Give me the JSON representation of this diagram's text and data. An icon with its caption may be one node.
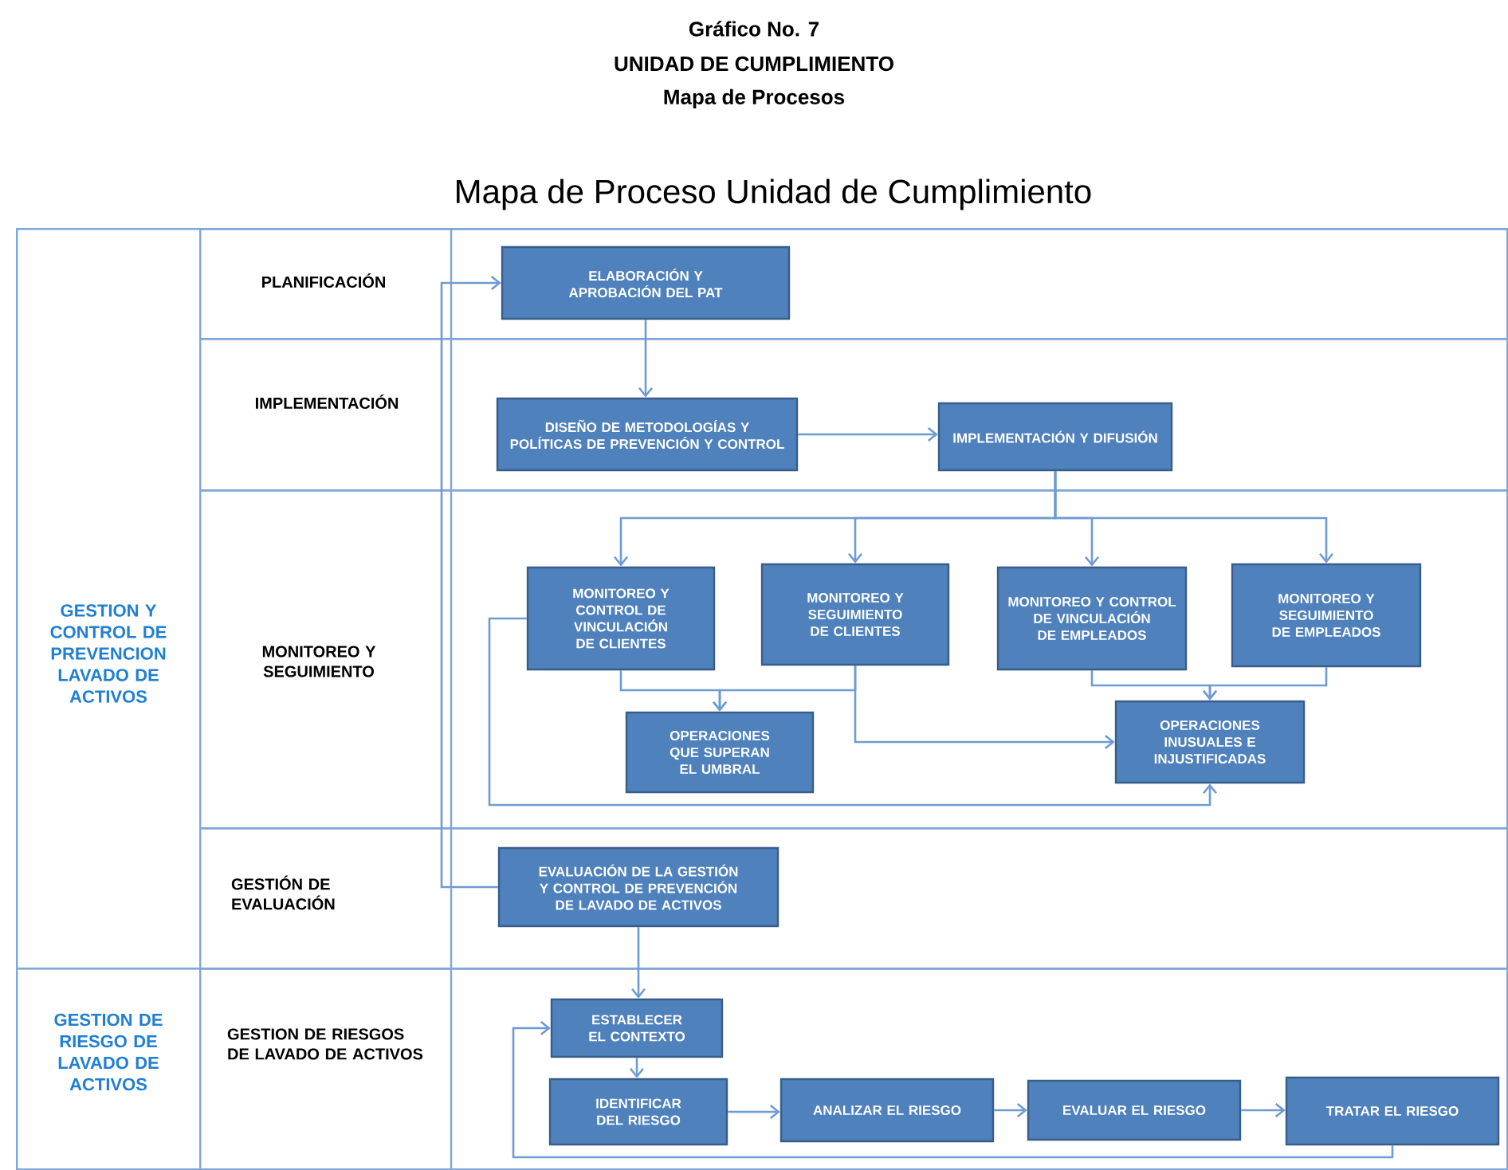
{
  "diagram": {
    "title": "Mapa de Proceso Unidad de Cumplimiento",
    "labels": [
      "Gráfico No. 7",
      "UNIDAD DE CUMPLIMIENTO",
      "Mapa de Procesos"
    ],
    "nodes": [
      {
        "text": [
          "GESTION Y CONTROL DE PREVENCION LAVADO DE ACTIVOS"
        ]
      },
      {
        "text": [
          "PLANIFICACIÓN"
        ],
        "in": 0
      },
      {
        "text": [
          "ELABORACIÓN Y APROBACIÓN DEL PAT"
        ],
        "in": 1
      },
      {
        "text": [
          "IMPLEMENTACIÓN"
        ],
        "in": 0
      },
      {
        "text": [
          "DISEÑO DE METODOLOGÍAS Y POLÍTICAS DE PREVENCIÓN Y CONTROL"
        ],
        "in": 3
      },
      {
        "text": [
          "IMPLEMENTACIÓN Y DIFUSIÓN"
        ],
        "in": 3
      },
      {
        "text": [
          "MONITOREO Y SEGUIMIENTO"
        ],
        "in": 0
      },
      {
        "text": [
          "MONITOREO Y CONTROL DE VINCULACIÓN DE CLIENTES"
        ],
        "in": 6
      },
      {
        "text": [
          "MONITOREO Y SEGUIMIENTO DE CLIENTES"
        ],
        "in": 6
      },
      {
        "text": [
          "MONITOREO Y CONTROL DE VINCULACIÓN DE EMPLEADOS"
        ],
        "in": 6
      },
      {
        "text": [
          "MONITOREO Y SEGUIMIENTO DE EMPLEADOS"
        ],
        "in": 6
      },
      {
        "text": [
          "OPERACIONES QUE SUPERAN EL UMBRAL"
        ],
        "in": 6
      },
      {
        "text": [
          "OPERACIONES INUSUALES E INJUSTIFICADAS"
        ],
        "in": 6
      },
      {
        "text": [
          "GESTIÓN DE EVALUACIÓN"
        ],
        "in": 0
      },
      {
        "text": [
          "EVALUACIÓN DE LA GESTIÓN Y CONTROL DE PREVENCIÓN DE LAVADO DE ACTIVOS"
        ],
        "in": 13
      },
      {
        "text": [
          "GESTION DE RIESGO DE LAVADO DE ACTIVOS"
        ]
      },
      {
        "text": [
          "GESTION DE RIESGOS DE LAVADO DE ACTIVOS"
        ],
        "in": 15
      },
      {
        "text": [
          "ESTABLECER EL CONTEXTO"
        ],
        "in": 16
      },
      {
        "text": [
          "IDENTIFICAR DEL RIESGO"
        ],
        "in": 16
      },
      {
        "text": [
          "ANALIZAR EL RIESGO"
        ],
        "in": 16
      },
      {
        "text": [
          "EVALUAR EL RIESGO"
        ],
        "in": 16
      },
      {
        "text": [
          "TRATAR EL RIESGO"
        ],
        "in": 16
      }
    ],
    "edges": [
      {
        "from": 2,
        "to": 4,
        "arrow": "to"
      },
      {
        "from": 4,
        "to": 5,
        "arrow": "to"
      },
      {
        "from": 5,
        "to": 7,
        "arrow": "to"
      },
      {
        "from": 5,
        "to": 8,
        "arrow": "to"
      },
      {
        "from": 5,
        "to": 9,
        "arrow": "to"
      },
      {
        "from": 5,
        "to": 10,
        "arrow": "to"
      },
      {
        "from": 7,
        "to": 11,
        "arrow": "to"
      },
      {
        "from": 8,
        "to": 11,
        "arrow": "to"
      },
      {
        "from": 8,
        "to": 12,
        "arrow": "to"
      },
      {
        "from": 9,
        "to": 12,
        "arrow": "to"
      },
      {
        "from": 10,
        "to": 12,
        "arrow": "to"
      },
      {
        "from": 7,
        "to": 12,
        "arrow": "to"
      },
      {
        "from": 14,
        "to": 2,
        "arrow": "to"
      },
      {
        "from": 14,
        "to": 17,
        "arrow": "to"
      },
      {
        "from": 17,
        "to": 18,
        "arrow": "to"
      },
      {
        "from": 18,
        "to": 19,
        "arrow": "to"
      },
      {
        "from": 19,
        "to": 20,
        "arrow": "to"
      },
      {
        "from": 20,
        "to": 21,
        "arrow": "to"
      },
      {
        "from": 21,
        "to": 17,
        "arrow": "to"
      }
    ]
  }
}
